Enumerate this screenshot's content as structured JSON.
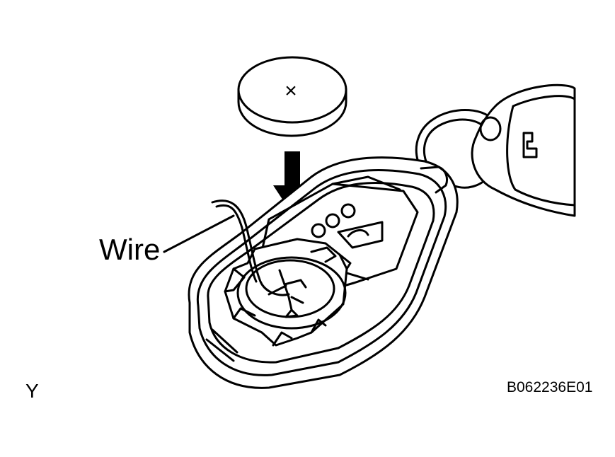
{
  "labels": {
    "wire": "Wire",
    "view": "Y",
    "figure_code": "B062236E01"
  },
  "battery_mark": "×",
  "colors": {
    "ink": "#000000",
    "background": "#ffffff"
  }
}
